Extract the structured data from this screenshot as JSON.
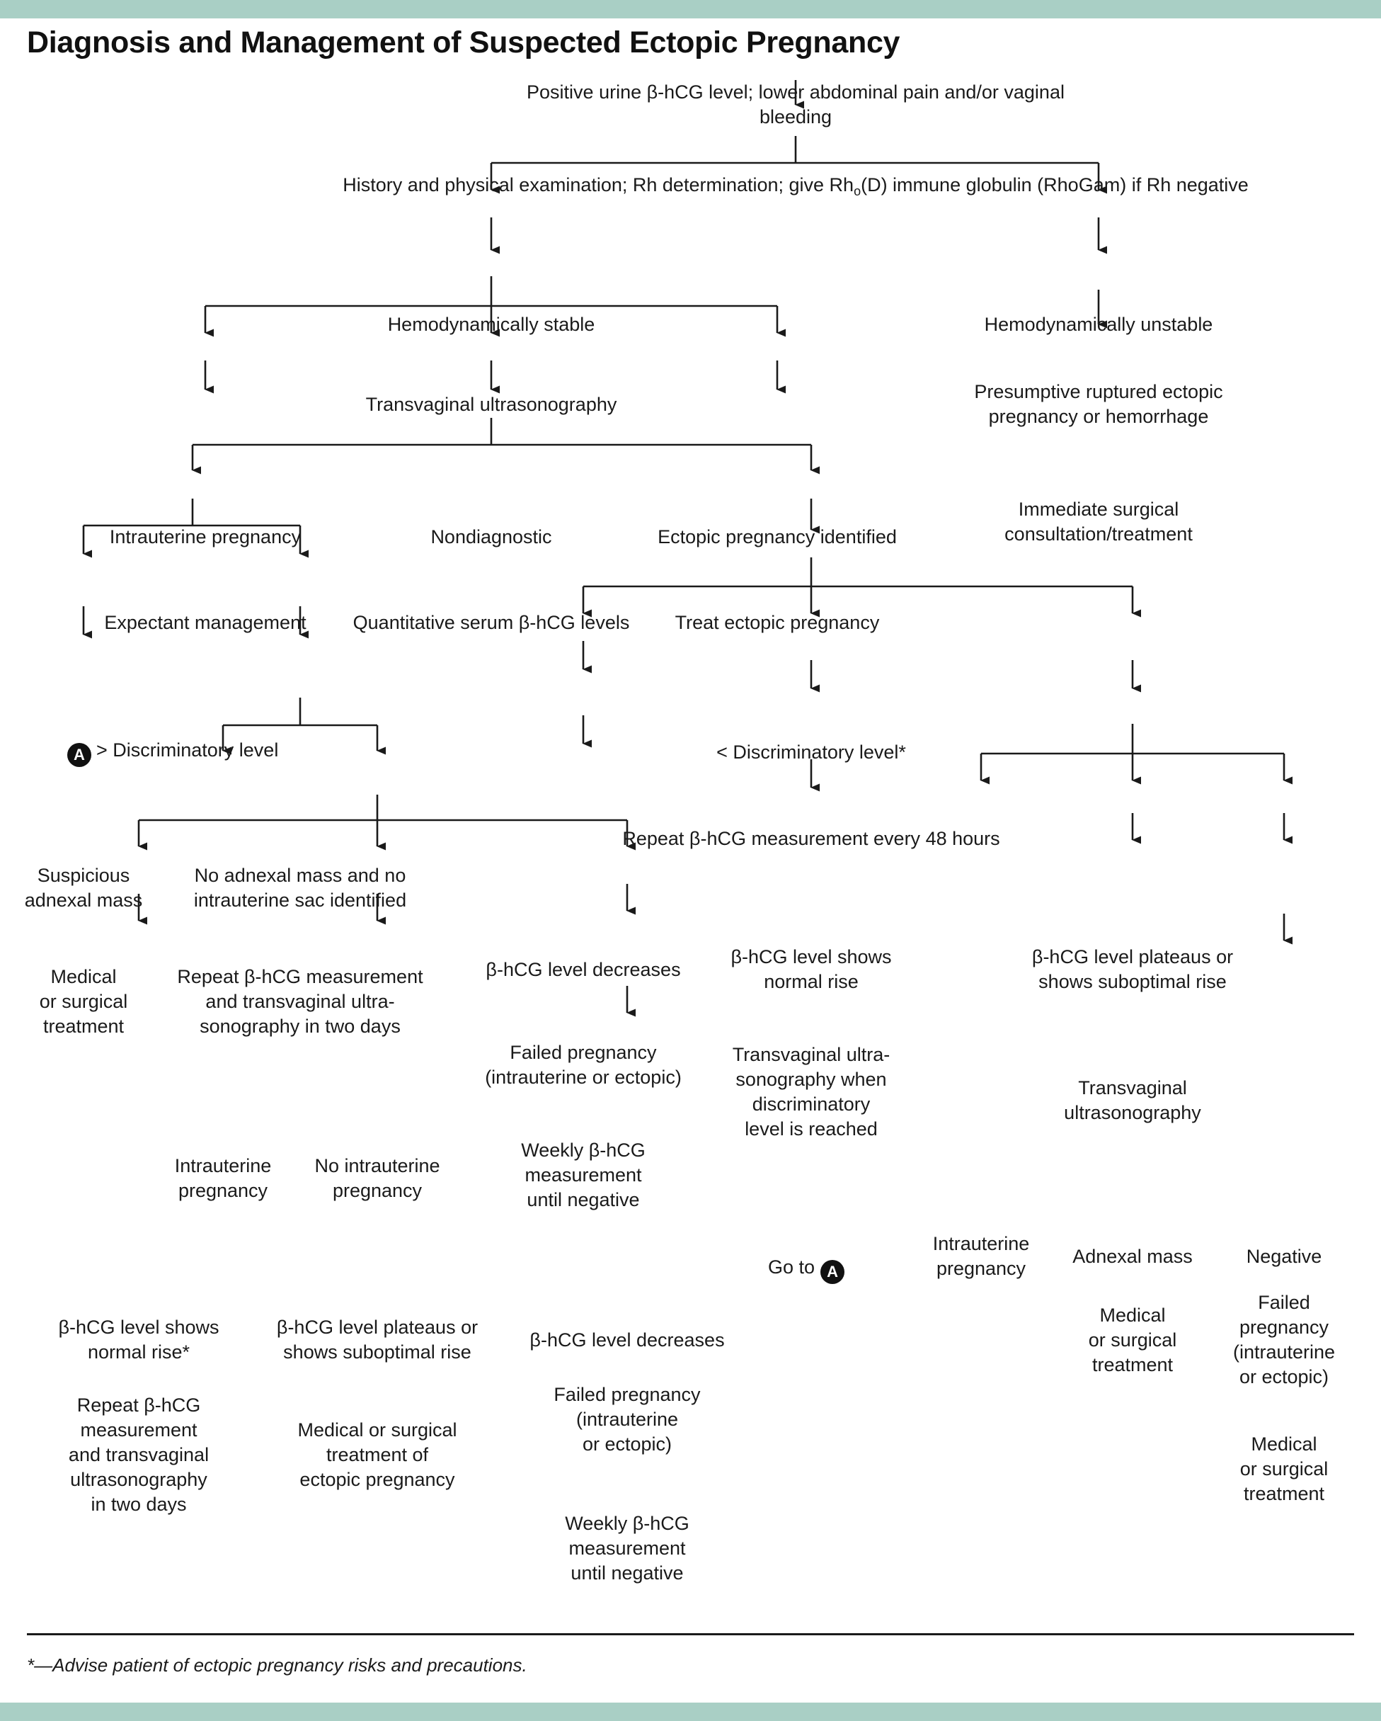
{
  "page": {
    "title": "Diagnosis and Management of Suspected Ectopic Pregnancy",
    "footnote": "*—Advise patient of ectopic pregnancy risks and precautions.",
    "accent_color": "#a9cfc5",
    "text_color": "#1a1a1a",
    "badge_color": "#111111"
  },
  "nodes": {
    "start": "Positive urine β-hCG level; lower abdominal pain and/or vaginal bleeding",
    "history_pre": "History and physical examination; Rh determination; give Rh",
    "history_sub": "o",
    "history_post": "(D) immune globulin (RhoGam) if Rh negative",
    "stable": "Hemodynamically stable",
    "unstable": "Hemodynamically unstable",
    "tvus": "Transvaginal ultrasonography",
    "presumptive_rupture": "Presumptive ruptured ectopic\npregnancy or hemorrhage",
    "immediate_surgical": "Immediate surgical\nconsultation/treatment",
    "intrauterine_pregnancy": "Intrauterine pregnancy",
    "nondiagnostic": "Nondiagnostic",
    "ectopic_identified": "Ectopic pregnancy identified",
    "expectant_management": "Expectant management",
    "quant_serum": "Quantitative serum β-hCG levels",
    "treat_ectopic": "Treat ectopic pregnancy",
    "above_discriminatory_badge": "A",
    "above_discriminatory": "> Discriminatory level",
    "below_discriminatory": "< Discriminatory level*",
    "suspicious_adnexal_mass": "Suspicious\nadnexal mass",
    "no_adnexal_mass": "No adnexal mass and no\nintrauterine sac identified",
    "repeat_48h": "Repeat β-hCG measurement every 48 hours",
    "medical_surgical_1": "Medical\nor surgical\ntreatment",
    "repeat_two_days_1": "Repeat β-hCG measurement\nand transvaginal ultra-\nsonography in two days",
    "bhcg_decreases_1": "β-hCG level decreases",
    "bhcg_normal_rise_1": "β-hCG level shows\nnormal rise",
    "bhcg_plateaus_1": "β-hCG level plateaus or\nshows suboptimal rise",
    "failed_pregnancy_1": "Failed pregnancy\n(intrauterine or ectopic)",
    "tvus_when_discrim": "Transvaginal ultra-\nsonography when\ndiscriminatory\nlevel is reached",
    "tvus_2": "Transvaginal\nultrasonography",
    "intrauterine_preg_2": "Intrauterine\npregnancy",
    "no_intrauterine_preg": "No intrauterine\npregnancy",
    "weekly_bhcg_1": "Weekly β-hCG\nmeasurement\nuntil negative",
    "goto_label": "Go to",
    "goto_badge": "A",
    "intrauterine_preg_3": "Intrauterine\npregnancy",
    "adnexal_mass_3": "Adnexal mass",
    "negative_3": "Negative",
    "medical_surgical_3": "Medical\nor surgical\ntreatment",
    "failed_pregnancy_3": "Failed pregnancy\n(intrauterine\nor ectopic)",
    "medical_surgical_4": "Medical\nor surgical\ntreatment",
    "bhcg_normal_rise_2": "β-hCG level shows\nnormal rise*",
    "bhcg_plateaus_2": "β-hCG level plateaus or\nshows suboptimal rise",
    "bhcg_decreases_2": "β-hCG level decreases",
    "repeat_two_days_2": "Repeat β-hCG\nmeasurement\nand transvaginal\nultrasonography\nin two days",
    "medical_surgical_ectopic": "Medical or surgical\ntreatment of\nectopic pregnancy",
    "failed_pregnancy_2": "Failed pregnancy\n(intrauterine\nor ectopic)",
    "weekly_bhcg_2": "Weekly β-hCG\nmeasurement\nuntil negative"
  }
}
